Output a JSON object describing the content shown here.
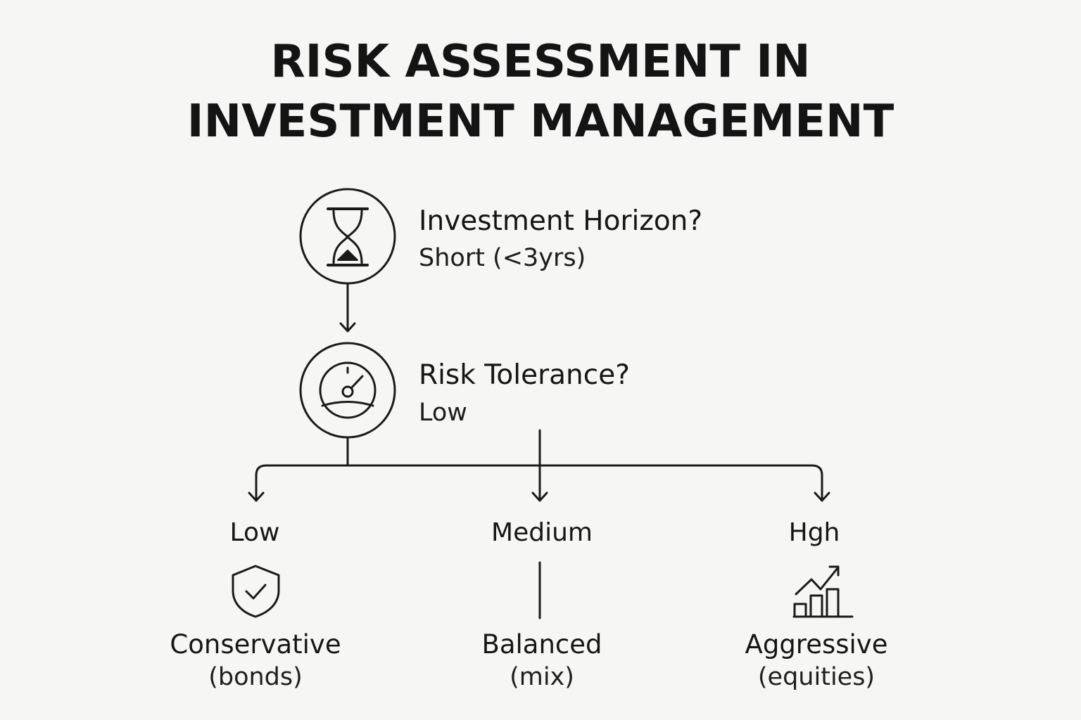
{
  "title": {
    "line1": "RISK ASSESSMENT IN",
    "line2": "INVESTMENT MANAGEMENT"
  },
  "steps": [
    {
      "icon": "hourglass-icon",
      "question": "Investment Horizon?",
      "answer": "Short (<3yrs)"
    },
    {
      "icon": "gauge-icon",
      "question": "Risk Tolerance?",
      "answer": "Low"
    }
  ],
  "branches": [
    {
      "level": "Low",
      "icon": "shield-check-icon",
      "profile": "Conservative",
      "detail": "(bonds)"
    },
    {
      "level": "Medium",
      "icon": "vertical-line",
      "profile": "Balanced",
      "detail": "(mix)"
    },
    {
      "level": "Hgh",
      "icon": "growth-chart-icon",
      "profile": "Aggressive",
      "detail": "(equities)"
    }
  ],
  "colors": {
    "stroke": "#1a1a1a",
    "background": "#f6f6f5"
  }
}
